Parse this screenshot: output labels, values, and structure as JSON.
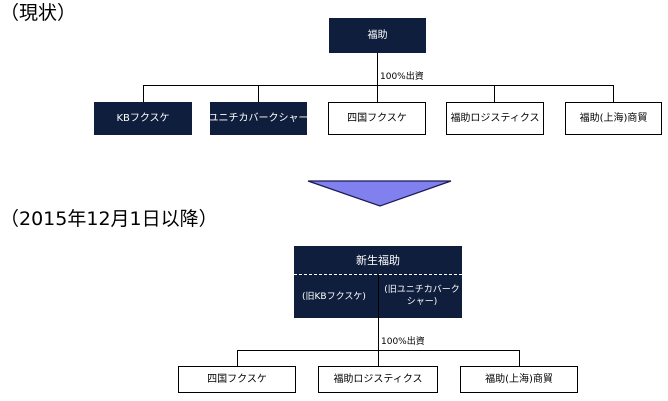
{
  "current": {
    "heading": "（現状）",
    "parent": "福助",
    "link_label": "100%出資",
    "children": [
      "KBフクスケ",
      "ユニチカバークシャー",
      "四国フクスケ",
      "福助ロジスティクス",
      "福助(上海)商貿"
    ]
  },
  "future": {
    "heading": "（2015年12月1日以降）",
    "parent": "新生福助",
    "parent_sub_left": "(旧KBフクスケ)",
    "parent_sub_right_line1": "(旧ユニチカバーク",
    "parent_sub_right_line2": "シャー)",
    "link_label": "100%出資",
    "children": [
      "四国フクスケ",
      "福助ロジスティクス",
      "福助(上海)商貿"
    ]
  },
  "colors": {
    "dark_box": "#0f1e3c",
    "arrow_fill": "#8080ee"
  }
}
